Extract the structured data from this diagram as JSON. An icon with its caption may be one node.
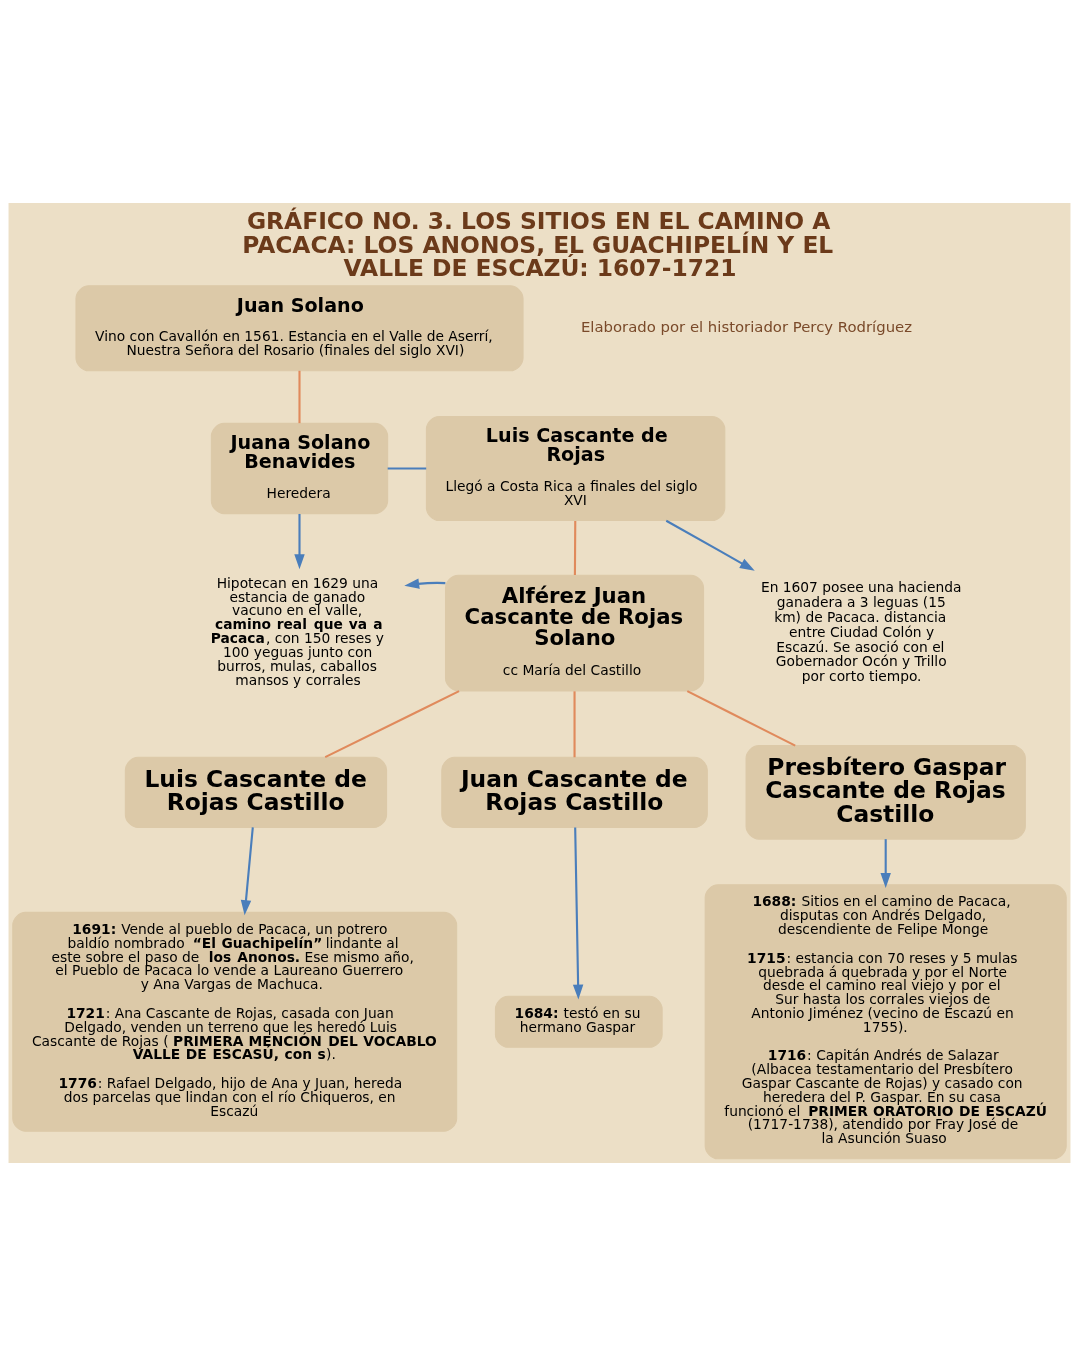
{
  "diagram": {
    "title": "GRÁFICO NO. 3. LOS SITIOS EN EL CAMINO A PACACA: LOS ANONOS, EL GUACHIPELÍN Y EL VALLE DE ESCAZÚ: 1607-1721",
    "nodes": [
      {
        "text": [
          "Juan Solano",
          "Vino con Cavallón en 1561. Estancia en el Valle de Aserrí, Nuestra Señora del Rosario (finales del siglo XVI)"
        ]
      },
      {
        "text": [
          "Juana Solano Benavides",
          "Heredera"
        ]
      },
      {
        "text": [
          "Luis Cascante de Rojas",
          "Llegó a Costa Rica a finales del siglo XVI"
        ]
      },
      {
        "text": [
          "Hipotecan en 1629 una estancia de ganado vacuno en el valle, **camino real que va a Pacaca**, con 150 reses y 100 yeguas junto con burros, mulas, caballos mansos y corrales"
        ]
      },
      {
        "text": [
          "En 1607 posee una hacienda ganadera a 3 leguas (15 km) de Pacaca. distancia entre Ciudad Colón y Escazú. Se asoció con el Gobernador Ocón y Trillo por corto tiempo."
        ]
      },
      {
        "text": [
          "Alférez Juan Cascante de Rojas Solano",
          "cc María del Castillo"
        ]
      },
      {
        "text": [
          "Luis Cascante de Rojas Castillo"
        ]
      },
      {
        "text": [
          "Juan Cascante de Rojas Castillo"
        ]
      },
      {
        "text": [
          "Presbítero Gaspar Cascante de Rojas Castillo"
        ]
      },
      {
        "text": [
          "**1691:** Vende al pueblo de Pacaca, un potrero baldío nombrado **“El Guachipelín”** lindante al este sobre el paso de **los Anonos.** Ese mismo año, el Pueblo de Pacaca lo vende a Laureano Guerrero y Ana Vargas de Machuca.",
          "**1721**: Ana Cascante de Rojas, casada con Juan Delgado, venden un terreno que les heredó Luis Cascante de Rojas (**PRIMERA MENCIÓN DEL VOCABLO VALLE DE ESCASÚ, con s**).",
          "**1776**: Rafael Delgado, hijo de Ana y Juan, hereda dos parcelas que lindan con el río Chiqueros, en Escazú"
        ]
      },
      {
        "text": [
          "**1684:** testó en su hermano Gaspar"
        ]
      },
      {
        "text": [
          "**1688:** Sitios en el camino de Pacaca, disputas con Andrés Delgado, descendiente de Felipe Monge",
          "**1715**: estancia con 70 reses y 5 mulas quebrada á quebrada y por el Norte desde el camino real viejo y por el Sur hasta los corrales viejos de Antonio Jiménez (vecino de Escazú en 1755).",
          "**1716**: Capitán Andrés de Salazar (Albacea testamentario del Presbítero Gaspar Cascante de Rojas) y casado con heredera del P. Gaspar. En su casa funcionó el **PRIMER ORATORIO DE ESCAZÚ** (1717-1738), atendido por Fray José de la Asunción Suaso"
        ]
      }
    ],
    "edges": [
      {
        "from": 0,
        "to": 1,
        "arrow": "none",
        "color": "#e08a5c"
      },
      {
        "from": 1,
        "to": 2,
        "arrow": "none"
      },
      {
        "from": 1,
        "to": 3,
        "arrow": "to"
      },
      {
        "from": 2,
        "to": 4,
        "arrow": "to"
      },
      {
        "from": 2,
        "to": 5,
        "arrow": "none",
        "color": "#e08a5c"
      },
      {
        "from": 5,
        "to": 3,
        "arrow": "to"
      },
      {
        "from": 5,
        "to": 6,
        "arrow": "none",
        "color": "#e08a5c"
      },
      {
        "from": 5,
        "to": 7,
        "arrow": "none",
        "color": "#e08a5c"
      },
      {
        "from": 5,
        "to": 8,
        "arrow": "none",
        "color": "#e08a5c"
      },
      {
        "from": 6,
        "to": 9,
        "arrow": "to"
      },
      {
        "from": 7,
        "to": 10,
        "arrow": "to"
      },
      {
        "from": 8,
        "to": 11,
        "arrow": "to"
      }
    ],
    "labels": [
      "Elaborado por el historiador Percy Rodríguez"
    ]
  }
}
